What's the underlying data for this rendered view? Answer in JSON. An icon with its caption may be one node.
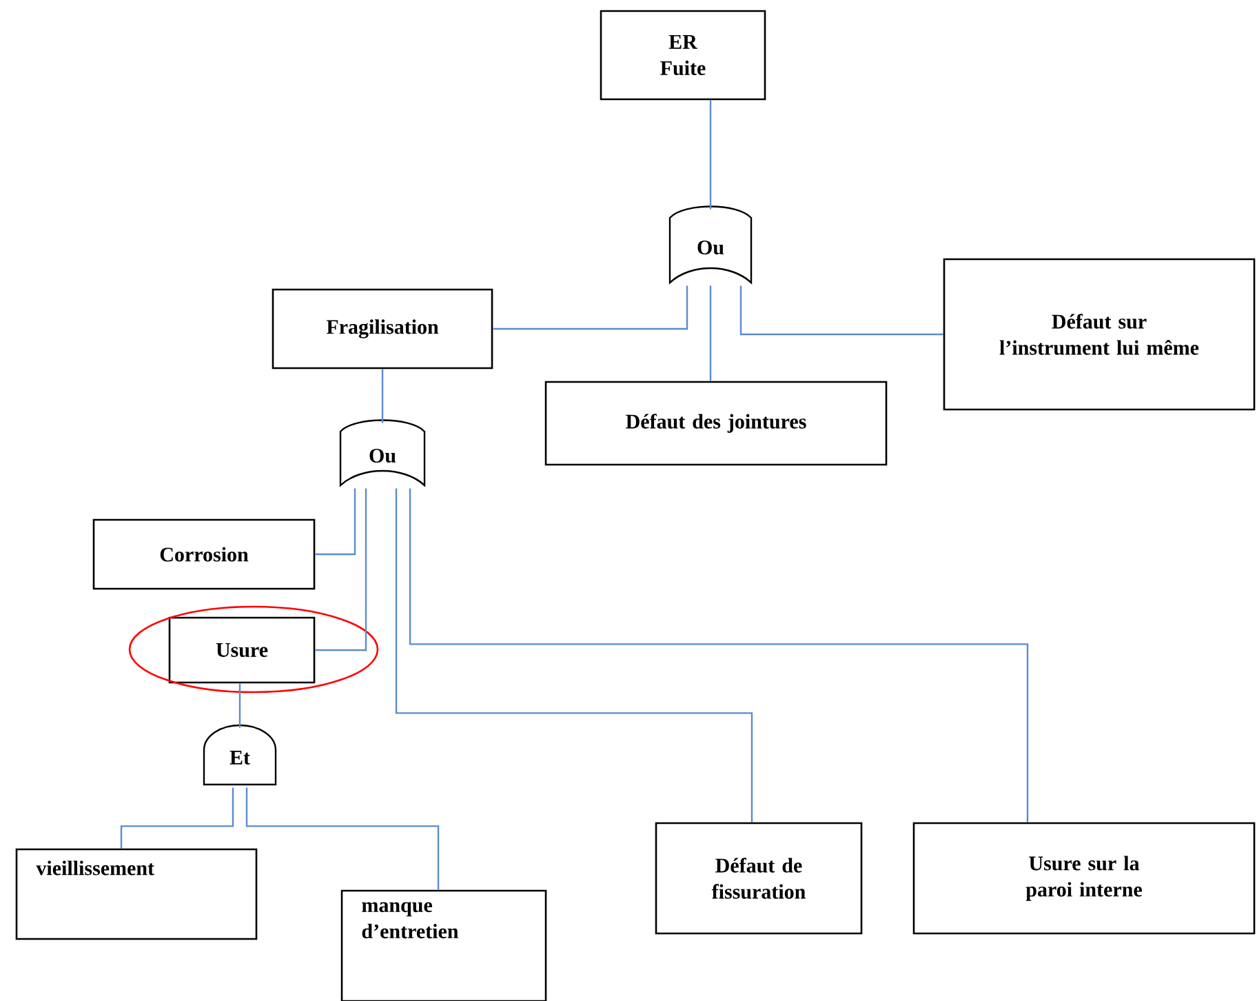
{
  "diagram": {
    "nodes": [
      {
        "text": [
          "ER Fuite"
        ]
      },
      {
        "text": [
          "Ou"
        ]
      },
      {
        "text": [
          "Fragilisation"
        ]
      },
      {
        "text": [
          "Défaut des jointures"
        ]
      },
      {
        "text": [
          "Défaut sur l’instrument lui même"
        ]
      },
      {
        "text": [
          "Ou"
        ]
      },
      {
        "text": [
          "Corrosion"
        ]
      },
      {
        "text": [
          "Usure"
        ]
      },
      {
        "text": [
          "Et"
        ]
      },
      {
        "text": [
          "Défaut de fissuration"
        ]
      },
      {
        "text": [
          "Usure sur la paroi interne"
        ]
      },
      {
        "text": [
          "vieillissement"
        ]
      },
      {
        "text": [
          "manque d’entretien"
        ]
      }
    ],
    "edges": [
      {
        "from": 1,
        "to": 0,
        "arrow": "none"
      },
      {
        "from": 1,
        "to": 2,
        "arrow": "none"
      },
      {
        "from": 1,
        "to": 3,
        "arrow": "none"
      },
      {
        "from": 1,
        "to": 4,
        "arrow": "none"
      },
      {
        "from": 5,
        "to": 2,
        "arrow": "none"
      },
      {
        "from": 5,
        "to": 6,
        "arrow": "none"
      },
      {
        "from": 5,
        "to": 7,
        "arrow": "none"
      },
      {
        "from": 5,
        "to": 9,
        "arrow": "none"
      },
      {
        "from": 5,
        "to": 10,
        "arrow": "none"
      },
      {
        "from": 8,
        "to": 7,
        "arrow": "none"
      },
      {
        "from": 8,
        "to": 11,
        "arrow": "none"
      },
      {
        "from": 8,
        "to": 12,
        "arrow": "none"
      }
    ]
  }
}
